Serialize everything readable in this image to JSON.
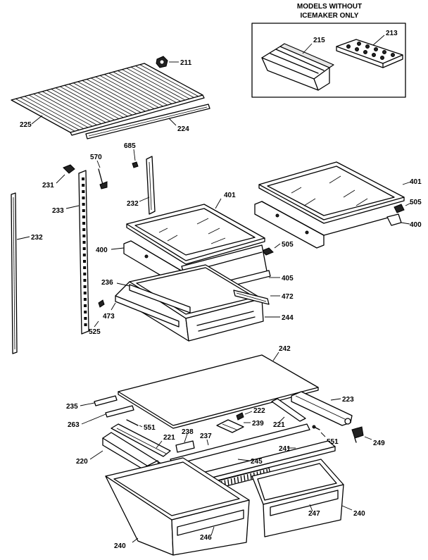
{
  "inset": {
    "title_line1": "MODELS WITHOUT",
    "title_line2": "ICEMAKER ONLY"
  },
  "parts": {
    "p211": "211",
    "p225": "225",
    "p224": "224",
    "p685": "685",
    "p570": "570",
    "p231": "231",
    "p232a": "232",
    "p233": "233",
    "p232b": "232",
    "p401a": "401",
    "p401b": "401",
    "p505a": "505",
    "p505b": "505",
    "p400a": "400",
    "p400b": "400",
    "p405": "405",
    "p236": "236",
    "p472": "472",
    "p473": "473",
    "p525": "525",
    "p244": "244",
    "p242": "242",
    "p235": "235",
    "p222": "222",
    "p223": "223",
    "p263": "263",
    "p551a": "551",
    "p239": "239",
    "p221a": "221",
    "p221b": "221",
    "p238": "238",
    "p237": "237",
    "p551b": "551",
    "p249": "249",
    "p220": "220",
    "p241": "241",
    "p245": "245",
    "p247": "247",
    "p240a": "240",
    "p246": "246",
    "p240b": "240",
    "p215": "215",
    "p213": "213"
  }
}
